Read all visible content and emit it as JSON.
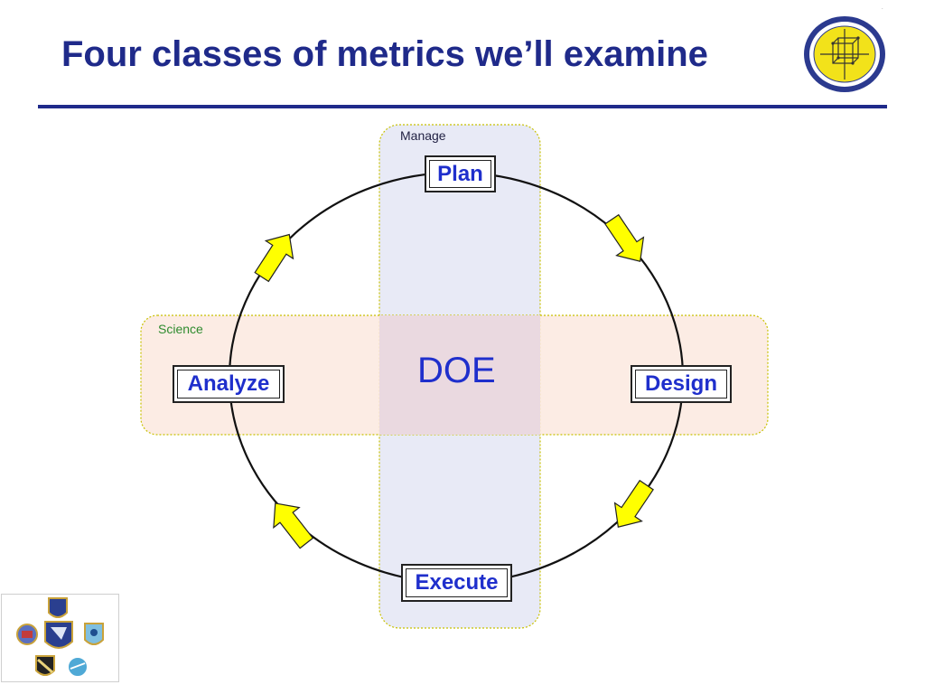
{
  "slide": {
    "title": "Four classes of metrics we’ll examine"
  },
  "diagram": {
    "regions": {
      "manage": "Manage",
      "science": "Science"
    },
    "center": "DOE",
    "steps": {
      "plan": "Plan",
      "design": "Design",
      "execute": "Execute",
      "analyze": "Analyze"
    },
    "colors": {
      "title": "#1f2a8a",
      "step_text": "#1f2fcc",
      "manage_fill": "#e8eaf6",
      "science_fill": "#fbe9df",
      "overlap_fill": "#ead9e0",
      "region_border": "#c8c000",
      "arrow_fill": "#ffff00",
      "science_label": "#2e8b2e"
    },
    "icons": [
      "up-right-arrow-icon",
      "down-right-arrow-icon",
      "down-left-arrow-icon",
      "up-left-arrow-icon"
    ]
  }
}
